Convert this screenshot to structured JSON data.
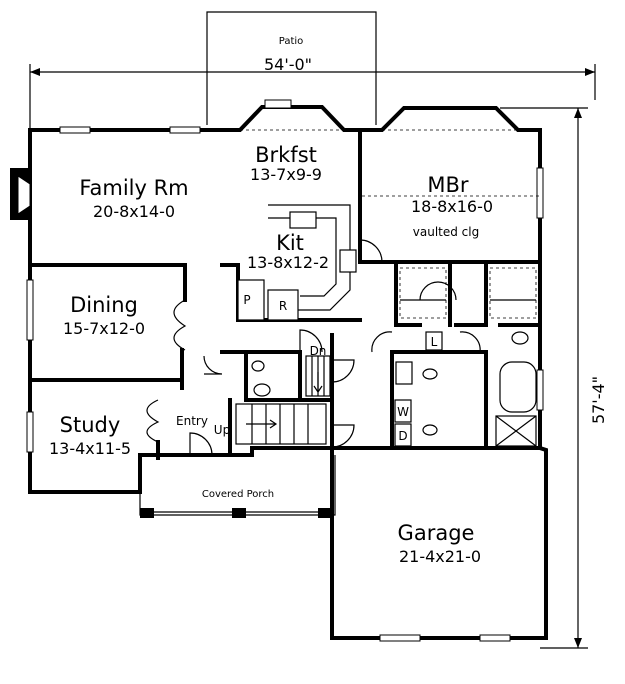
{
  "dimensions": {
    "width": "54'-0\"",
    "depth": "57'-4\""
  },
  "rooms": {
    "patio": {
      "name": "Patio"
    },
    "family": {
      "name": "Family Rm",
      "size": "20-8x14-0"
    },
    "breakfast": {
      "name": "Brkfst",
      "size": "13-7x9-9"
    },
    "master": {
      "name": "MBr",
      "size": "18-8x16-0",
      "note": "vaulted clg"
    },
    "kitchen": {
      "name": "Kit",
      "size": "13-8x12-2"
    },
    "dining": {
      "name": "Dining",
      "size": "15-7x12-0"
    },
    "study": {
      "name": "Study",
      "size": "13-4x11-5"
    },
    "entry": {
      "name": "Entry"
    },
    "porch": {
      "name": "Covered Porch"
    },
    "garage": {
      "name": "Garage",
      "size": "21-4x21-0"
    }
  },
  "marks": {
    "pantry": "P",
    "refrigerator": "R",
    "linen": "L",
    "washer": "W",
    "dryer": "D",
    "stairs_down": "Dn",
    "stairs_up": "Up"
  }
}
